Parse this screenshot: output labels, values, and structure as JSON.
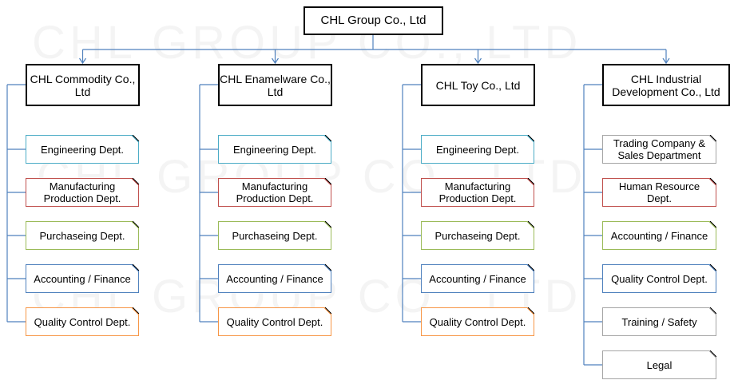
{
  "watermark": "CHL GROUP CO., LTD",
  "root": {
    "label": "CHL Group Co., Ltd"
  },
  "connector_color": "#4f81bd",
  "companies": [
    {
      "name": "CHL Commodity Co., Ltd",
      "departments": [
        {
          "label": "Engineering Dept.",
          "color": "#4bacc6"
        },
        {
          "label": "Manufacturing Production Dept.",
          "color": "#c0504d"
        },
        {
          "label": "Purchaseing Dept.",
          "color": "#9bbb59"
        },
        {
          "label": "Accounting / Finance",
          "color": "#4f81bd"
        },
        {
          "label": "Quality Control Dept.",
          "color": "#f79646"
        }
      ]
    },
    {
      "name": "CHL Enamelware Co., Ltd",
      "departments": [
        {
          "label": "Engineering Dept.",
          "color": "#4bacc6"
        },
        {
          "label": "Manufacturing Production Dept.",
          "color": "#c0504d"
        },
        {
          "label": "Purchaseing Dept.",
          "color": "#9bbb59"
        },
        {
          "label": "Accounting / Finance",
          "color": "#4f81bd"
        },
        {
          "label": "Quality Control Dept.",
          "color": "#f79646"
        }
      ]
    },
    {
      "name": "CHL Toy Co., Ltd",
      "departments": [
        {
          "label": "Engineering Dept.",
          "color": "#4bacc6"
        },
        {
          "label": "Manufacturing Production Dept.",
          "color": "#c0504d"
        },
        {
          "label": "Purchaseing Dept.",
          "color": "#9bbb59"
        },
        {
          "label": "Accounting / Finance",
          "color": "#4f81bd"
        },
        {
          "label": "Quality Control Dept.",
          "color": "#f79646"
        }
      ]
    },
    {
      "name": "CHL Industrial Development Co., Ltd",
      "departments": [
        {
          "label": "Trading Company & Sales Department",
          "color": "#a5a5a5"
        },
        {
          "label": "Human Resource Dept.",
          "color": "#c0504d"
        },
        {
          "label": "Accounting / Finance",
          "color": "#9bbb59"
        },
        {
          "label": "Quality Control Dept.",
          "color": "#4f81bd"
        },
        {
          "label": "Training / Safety",
          "color": "#a5a5a5"
        },
        {
          "label": "Legal",
          "color": "#a5a5a5"
        }
      ]
    }
  ]
}
